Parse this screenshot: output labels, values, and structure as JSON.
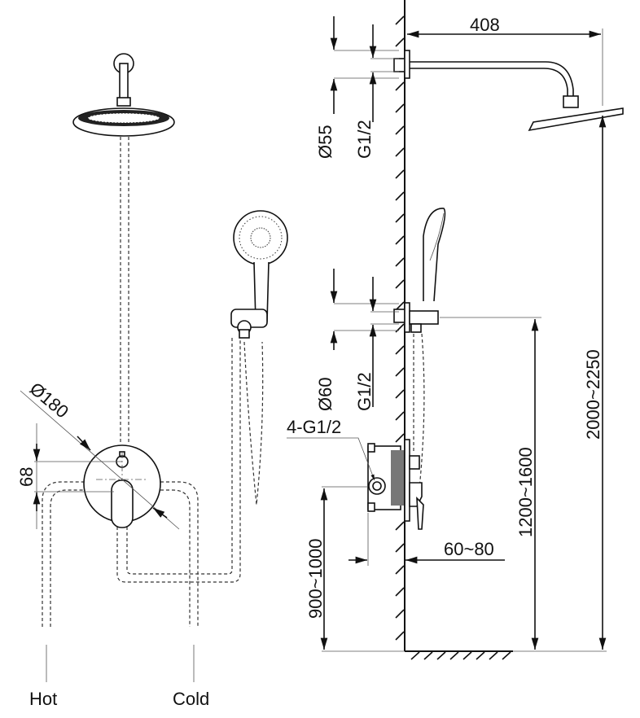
{
  "labels": {
    "arm_length": "408",
    "top_flange_diameter": "Ø55",
    "top_thread": "G1/2",
    "holder_flange_diameter": "Ø60",
    "holder_thread": "G1/2",
    "valve_connections": "4-G1/2",
    "valve_depth": "60~80",
    "valve_height": "900~1000",
    "holder_height": "1200~1600",
    "head_height": "2000~2250",
    "plate_diameter": "Ø180",
    "spacing": "68",
    "hot": "Hot",
    "cold": "Cold"
  }
}
